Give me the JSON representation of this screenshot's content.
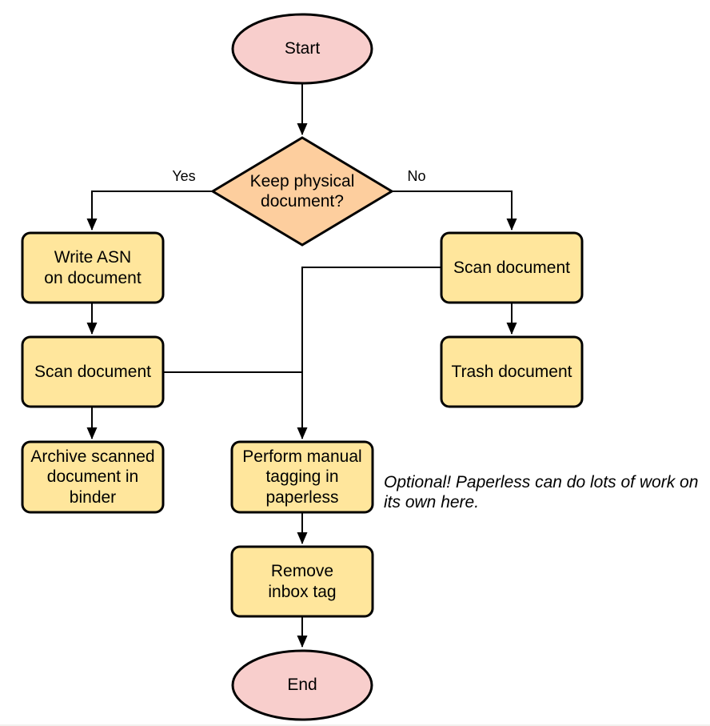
{
  "diagram": {
    "background": "#ffffff",
    "colors": {
      "terminator_fill": "#F8CECC",
      "decision_fill": "#FDCE9E",
      "process_fill": "#FFE69C",
      "stroke": "#000000",
      "text": "#000000"
    },
    "nodes": {
      "start": {
        "type": "terminator",
        "label": "Start"
      },
      "decision": {
        "type": "decision",
        "label": "Keep physical\ndocument?"
      },
      "write_asn": {
        "type": "process",
        "label": "Write ASN\non document"
      },
      "scan_left": {
        "type": "process",
        "label": "Scan document"
      },
      "archive": {
        "type": "process",
        "label": "Archive scanned\ndocument in\nbinder"
      },
      "scan_right": {
        "type": "process",
        "label": "Scan document"
      },
      "trash": {
        "type": "process",
        "label": "Trash document"
      },
      "perform_tagging": {
        "type": "process",
        "label": "Perform manual\ntagging in\npaperless"
      },
      "remove_inbox": {
        "type": "process",
        "label": "Remove\ninbox tag"
      },
      "end": {
        "type": "terminator",
        "label": "End"
      }
    },
    "edge_labels": {
      "yes": "Yes",
      "no": "No"
    },
    "note": {
      "text": "Optional! Paperless can do lots of work on\nits own here."
    }
  }
}
